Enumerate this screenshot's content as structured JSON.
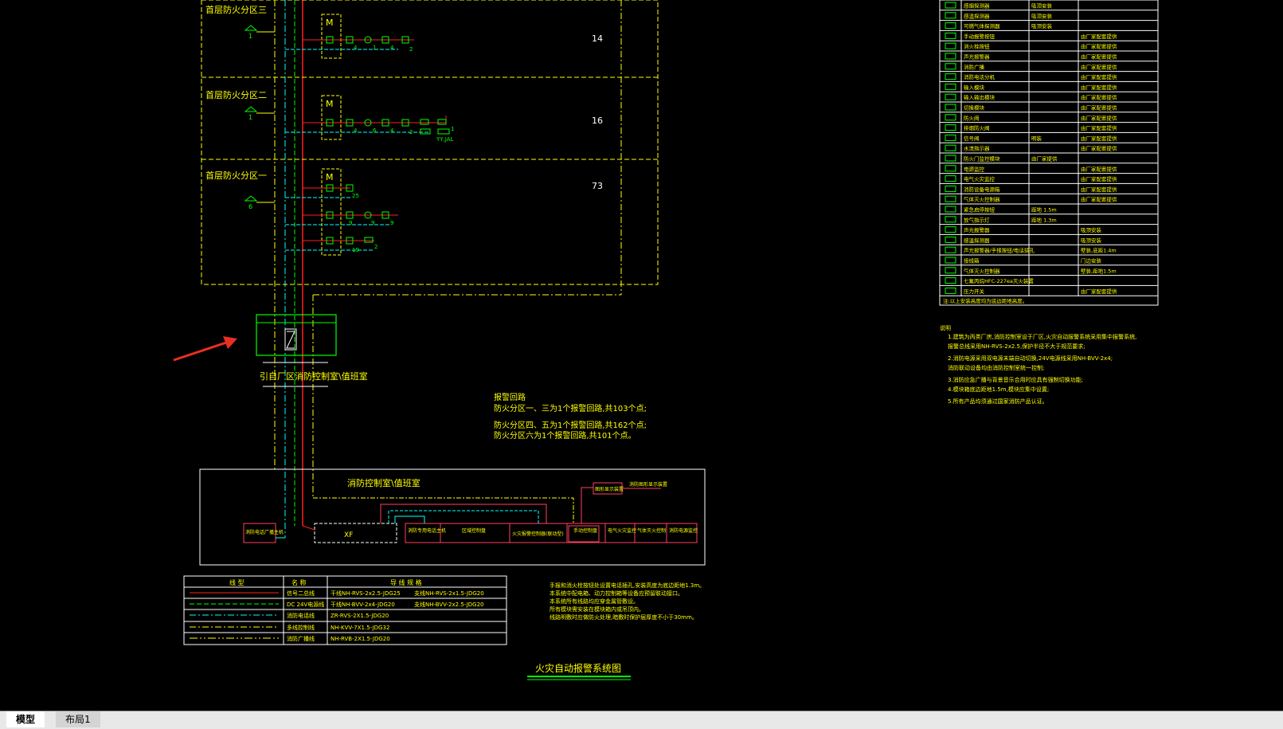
{
  "zones": [
    {
      "title": "首层防火分区三",
      "count": "14",
      "detector_count": "1"
    },
    {
      "title": "首层防火分区二",
      "count": "16",
      "detector_count": "1"
    },
    {
      "title": "首层防火分区一",
      "count": "73",
      "detector_count": "6"
    }
  ],
  "zone_numbers": {
    "z3": [
      "4",
      "1",
      "4",
      "2"
    ],
    "z2": [
      "4",
      "6",
      "4",
      "2",
      "1"
    ],
    "z2_label": "YY,JAL",
    "z1": [
      "25",
      "9",
      "9",
      "9",
      "19",
      "2"
    ]
  },
  "module_letter": "M",
  "junction_label": "引自厂区消防控制室\\值班室",
  "alarm_notes": [
    "报警回路",
    "防火分区一、三为1个报警回路,共103个点;",
    "防火分区四、五为1个报警回路,共162个点;",
    "防火分区六为1个报警回路,共101个点。"
  ],
  "control_room": {
    "title": "消防控制室\\值班室",
    "xf_label": "XF",
    "left_box": "消防电话广播主机",
    "devices": [
      "消防专用电话主机",
      "区域控制盘",
      "火灾报警控制器(联动型)",
      "手动控制盘",
      "电气火灾监控",
      "气体灭火控制",
      "消防电源监控"
    ],
    "top_box": "图形显示装置",
    "top_note": "消防图形显示装置"
  },
  "line_legend": {
    "headers": [
      "线 型",
      "名 称",
      "导 线 规 格"
    ],
    "rows": [
      {
        "name": "信号二总线",
        "spec": "干线NH-RVS-2x2.5-JDG25",
        "spec2": "支线NH-RVS-2x1.5-JDG20"
      },
      {
        "name": "DC 24V电源线",
        "spec": "干线NH-BVV-2x4-JDG20",
        "spec2": "支线NH-BVV-2x2.5-JDG20"
      },
      {
        "name": "消防电话线",
        "spec": "ZR-RVS-2X1.5-JDG20",
        "spec2": ""
      },
      {
        "name": "多线控制线",
        "spec": "NH-KVV-7X1.5-JDG32",
        "spec2": ""
      },
      {
        "name": "消防广播线",
        "spec": "NH-RVB-2X1.5-JDG20",
        "spec2": ""
      }
    ]
  },
  "install_notes": [
    "手报和消火栓按钮处设置电话插孔,安装高度为底边距地1.3m。",
    "本系统中配电箱、动力控制箱等设备应预留联动接口。",
    "本系统所有线路均应穿金属管敷设。",
    "所有模块需安装在模块箱内或吊顶内。",
    "线路明敷时应做防火处理,暗敷时保护层厚度不小于30mm。"
  ],
  "drawing_title": "火灾自动报警系统图",
  "device_legend": [
    {
      "name": "感烟探测器",
      "note1": "吸顶安装",
      "note2": ""
    },
    {
      "name": "感温探测器",
      "note1": "吸顶安装",
      "note2": ""
    },
    {
      "name": "可燃气体探测器",
      "note1": "吸顶安装",
      "note2": ""
    },
    {
      "name": "手动报警按钮",
      "note1": "",
      "note2": "由厂家配套提供"
    },
    {
      "name": "消火栓按钮",
      "note1": "",
      "note2": "由厂家配套提供"
    },
    {
      "name": "声光报警器",
      "note1": "",
      "note2": "由厂家配套提供"
    },
    {
      "name": "消防广播",
      "note1": "",
      "note2": "由厂家配套提供"
    },
    {
      "name": "消防电话分机",
      "note1": "",
      "note2": "由厂家配套提供"
    },
    {
      "name": "输入模块",
      "note1": "",
      "note2": "由厂家配套提供"
    },
    {
      "name": "输入输出模块",
      "note1": "",
      "note2": "由厂家配套提供"
    },
    {
      "name": "切换模块",
      "note1": "",
      "note2": "由厂家配套提供"
    },
    {
      "name": "防火阀",
      "note1": "",
      "note2": "由厂家配套提供"
    },
    {
      "name": "排烟防火阀",
      "note1": "",
      "note2": "由厂家配套提供"
    },
    {
      "name": "信号阀",
      "note1": "明装",
      "note2": "由厂家配套提供"
    },
    {
      "name": "水流指示器",
      "note1": "",
      "note2": "由厂家配套提供"
    },
    {
      "name": "防火门监控模块",
      "note1": "由厂家提供",
      "note2": ""
    },
    {
      "name": "电源监控",
      "note1": "",
      "note2": "由厂家配套提供"
    },
    {
      "name": "电气火灾监控",
      "note1": "",
      "note2": "由厂家配套提供"
    },
    {
      "name": "消防设备电源箱",
      "note1": "",
      "note2": "由厂家配套提供"
    },
    {
      "name": "气体灭火控制器",
      "note1": "",
      "note2": "由厂家配套提供"
    },
    {
      "name": "紧急启停按钮",
      "note1": "距地 1.5m",
      "note2": ""
    },
    {
      "name": "放气指示灯",
      "note1": "距地 1.3m",
      "note2": ""
    },
    {
      "name": "声光报警器",
      "note1": "",
      "note2": "吸顶安装"
    },
    {
      "name": "感温探测器",
      "note1": "",
      "note2": "吸顶安装"
    },
    {
      "name": "声光报警器/手报按钮/电话插孔",
      "note1": "",
      "note2": "壁装,底距1.4m"
    },
    {
      "name": "接线箱",
      "note1": "",
      "note2": "门边安装"
    },
    {
      "name": "气体灭火控制器",
      "note1": "",
      "note2": "壁装,距地1.5m"
    },
    {
      "name": "七氟丙烷HFC-227ea灭火装置",
      "note1": "",
      "note2": ""
    },
    {
      "name": "压力开关",
      "note1": "",
      "note2": "由厂家配套提供"
    }
  ],
  "device_legend_footer": "注:以上安装高度均为底边距地高度。",
  "general_notes": [
    "说明",
    "1.建筑为丙类厂房,消防控制室设于厂区,火灾自动报警系统采用集中报警系统,",
    "  报警总线采用NH-RVS-2x2.5,保护半径不大于规范要求;",
    "2.消防电源采用双电源末端自动切换,24V电源线采用NH-BVV-2x4;",
    "  消防联动设备均由消防控制室统一控制;",
    "3.消防应急广播与背景音乐合用时应具有强制切换功能;",
    "4.模块箱底边距地1.5m,模块应集中设置;",
    "5.所有产品均须通过国家消防产品认证。"
  ],
  "tabs": [
    {
      "label": "模型",
      "active": true
    },
    {
      "label": "布局1",
      "active": false
    }
  ]
}
